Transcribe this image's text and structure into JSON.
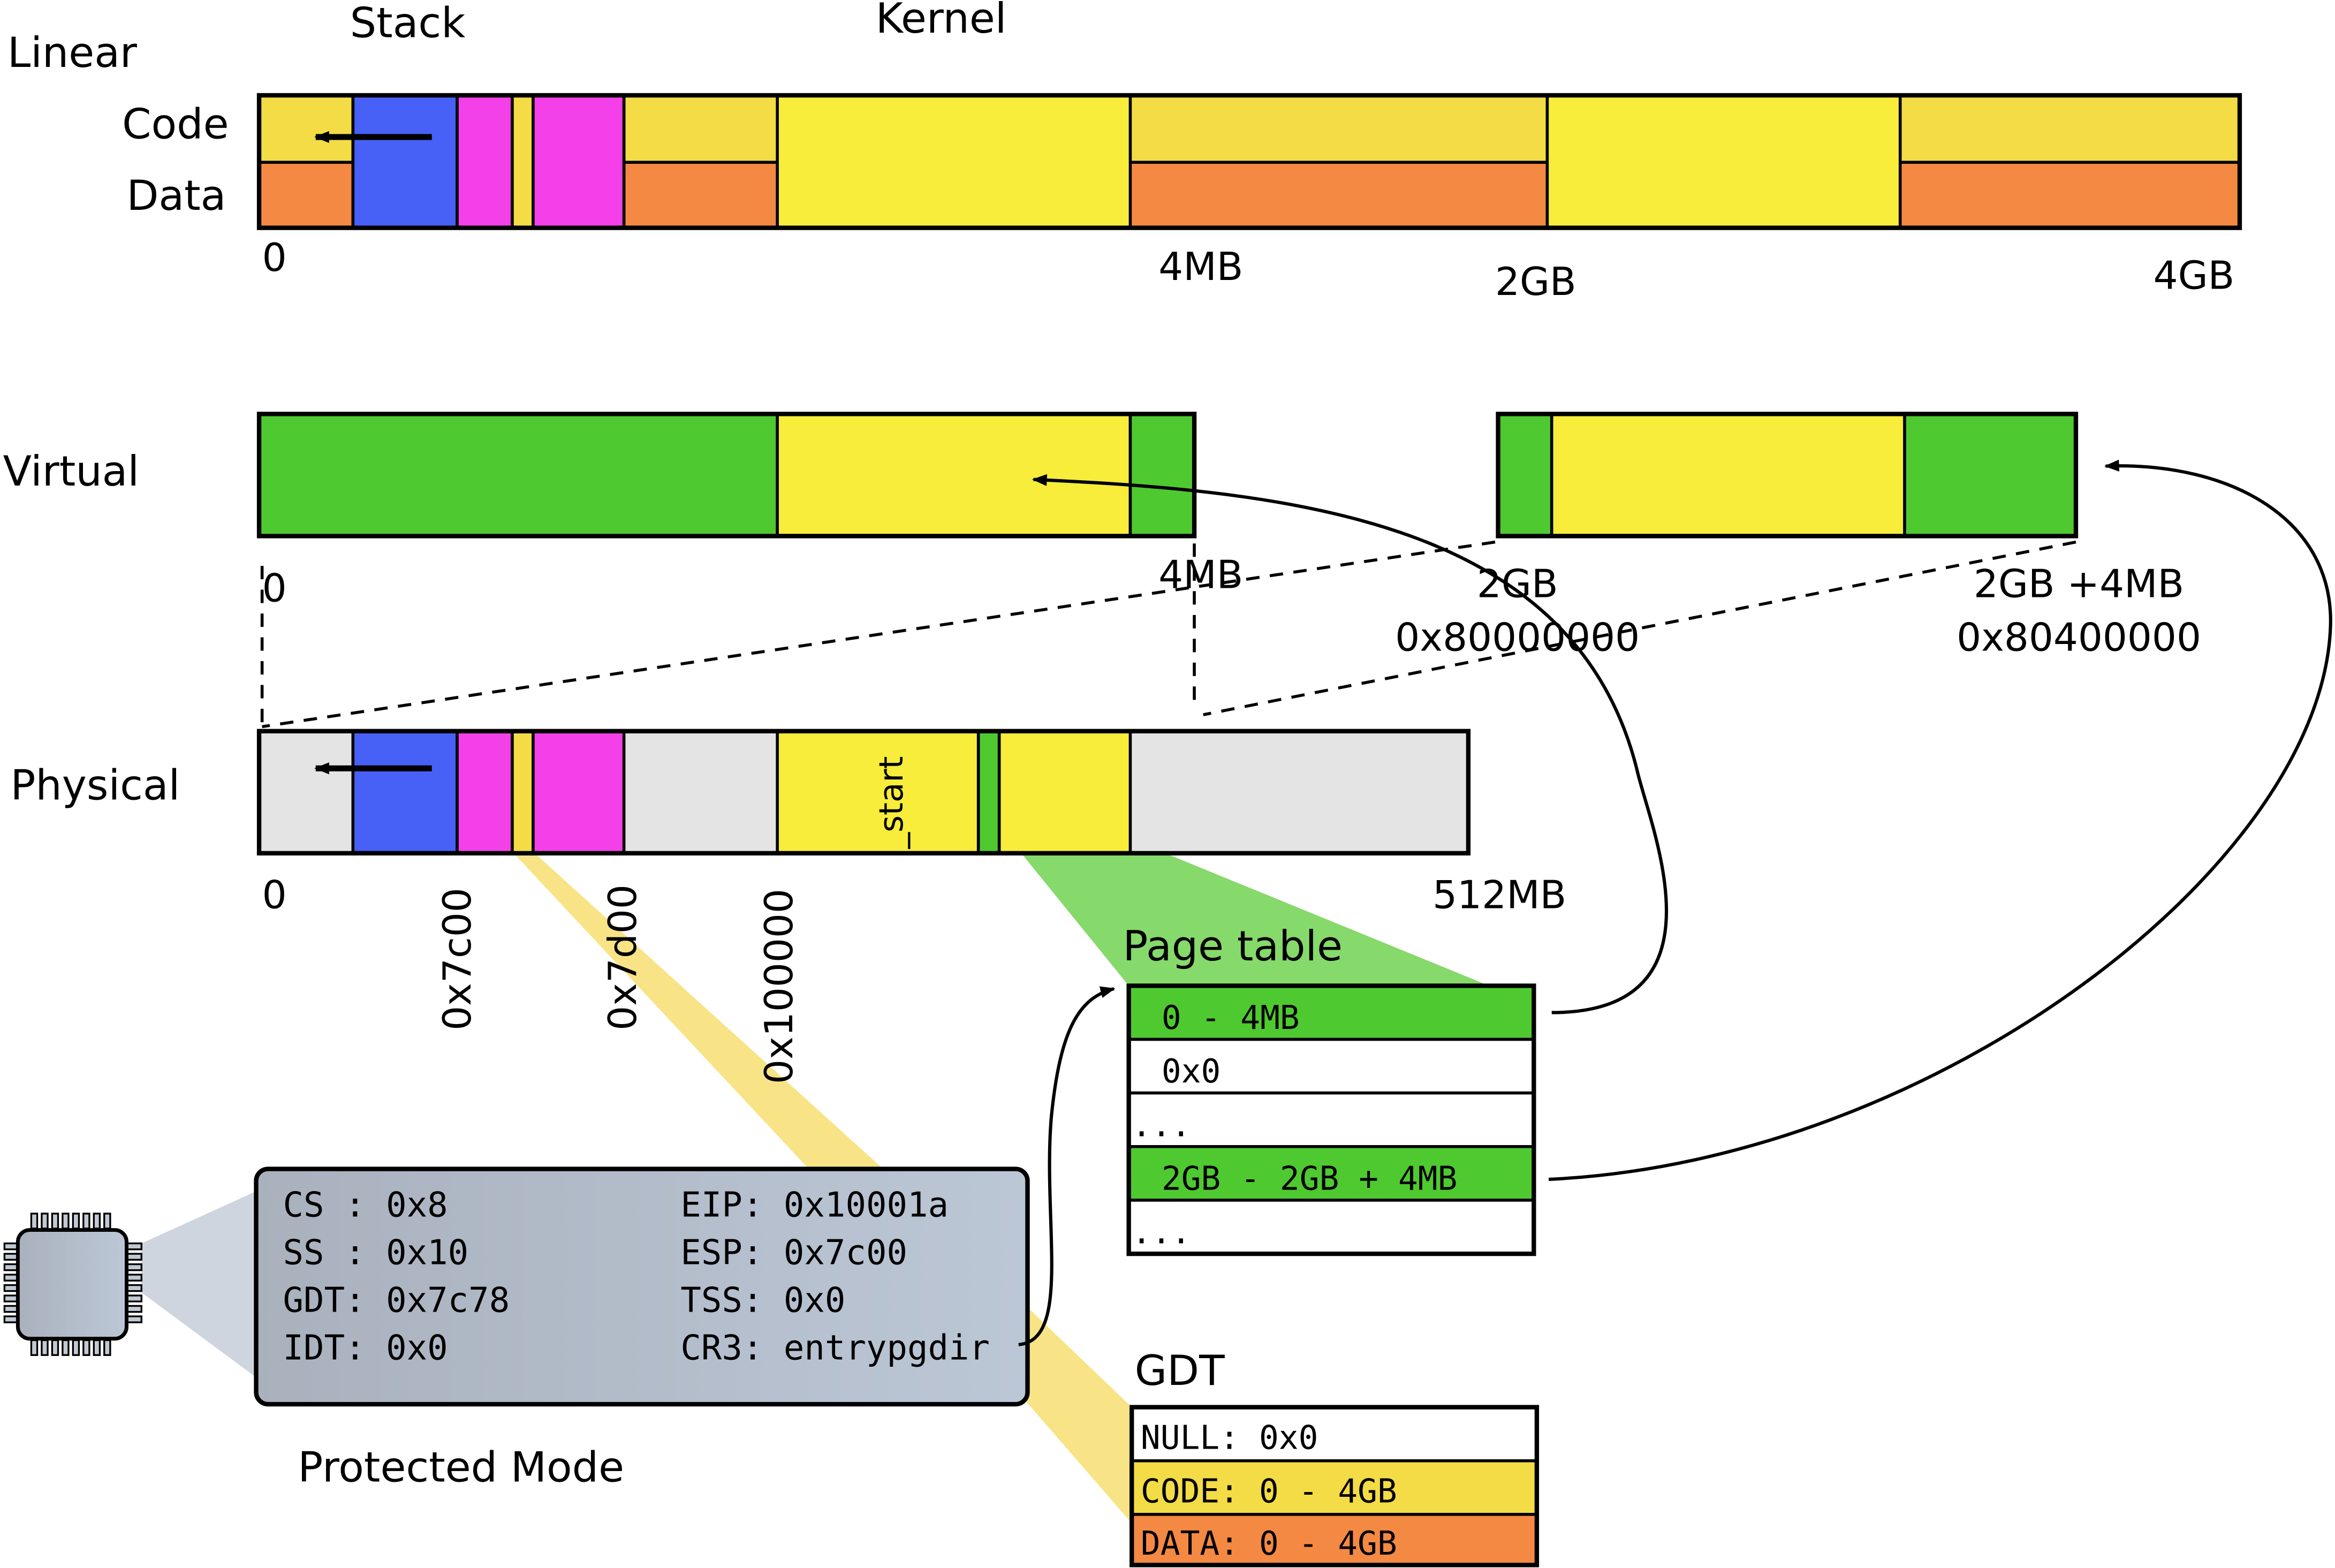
{
  "labels": {
    "linear": "Linear",
    "code": "Code",
    "data": "Data",
    "stack": "Stack",
    "kernel": "Kernel",
    "virtual": "Virtual",
    "physical": "Physical",
    "page_table": "Page table",
    "gdt": "GDT",
    "protected_mode": "Protected Mode",
    "start": "_start"
  },
  "linear_ticks": {
    "t0": "0",
    "t4mb": "4MB",
    "t2gb": "2GB",
    "t4gb": "4GB"
  },
  "virtual_ticks": {
    "t0": "0",
    "t4mb": "4MB",
    "t2gb": "2GB",
    "t2gb_hex": "0x80000000",
    "t2gb4mb": "2GB +4MB",
    "t2gb4mb_hex": "0x80400000"
  },
  "physical_ticks": {
    "t0": "0",
    "t7c00": "0x7c00",
    "t7d00": "0x7d00",
    "t100000": "0x100000",
    "t512mb": "512MB"
  },
  "page_table": {
    "rows": [
      "0 - 4MB",
      "0x0",
      "...",
      "2GB - 2GB + 4MB",
      "..."
    ]
  },
  "gdt": {
    "rows": [
      "NULL: 0x0",
      "CODE: 0 - 4GB",
      "DATA: 0 - 4GB"
    ]
  },
  "registers": {
    "left": [
      "CS : 0x8",
      "SS : 0x10",
      "GDT: 0x7c78",
      "IDT: 0x0"
    ],
    "right": [
      "EIP: 0x10001a",
      "ESP: 0x7c00",
      "TSS: 0x0",
      "CR3: entrypgdir"
    ]
  },
  "colors": {
    "code": "#f3dc45",
    "data": "#f48944",
    "stack": "#4760f6",
    "boot": "#f340e8",
    "kernel": "#f7ed3a",
    "mapped": "#4fc930",
    "unused": "#e4e4e4",
    "cpu": "#b4bdcb"
  }
}
